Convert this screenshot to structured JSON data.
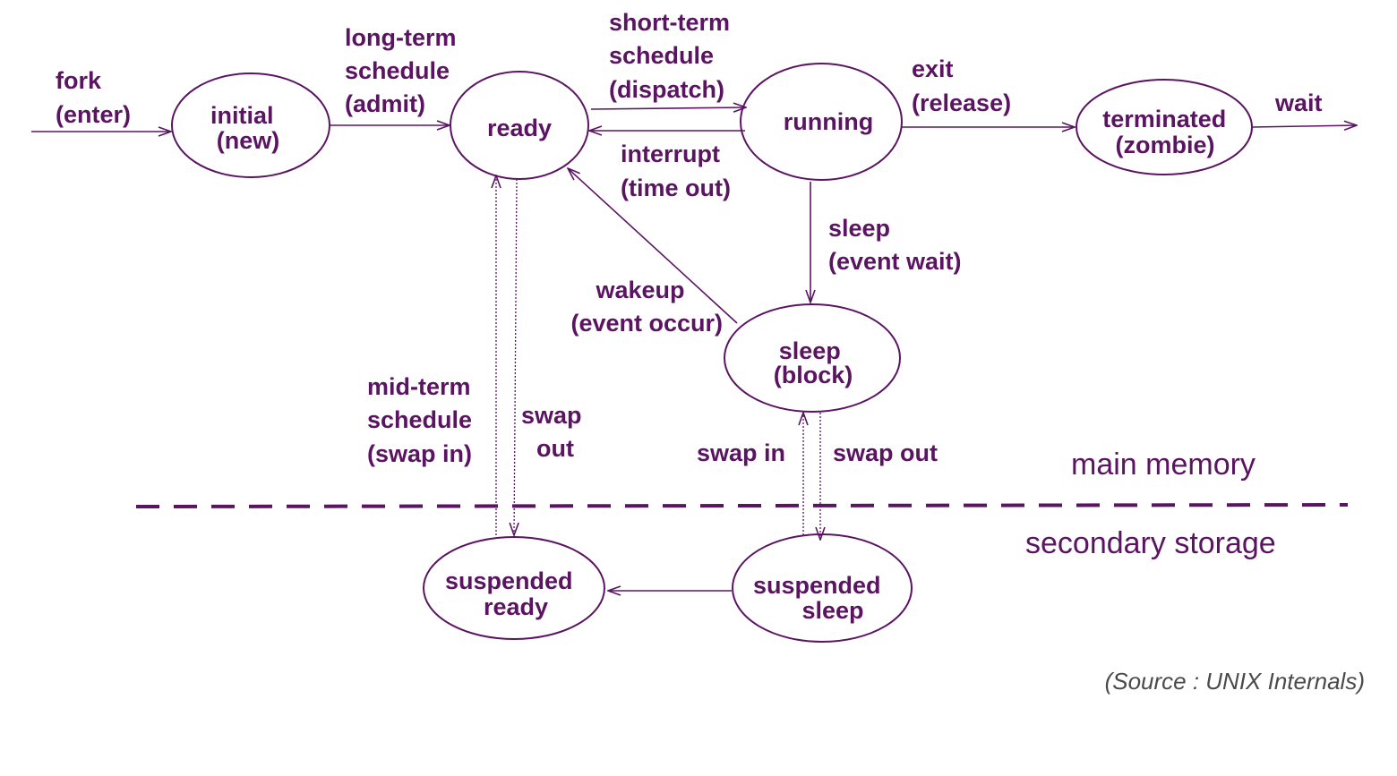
{
  "colors": {
    "primary": "#5a1462",
    "source": "#4a4a4a",
    "background": "#ffffff"
  },
  "states": {
    "initial": [
      "initial",
      "(new)"
    ],
    "ready": [
      "ready"
    ],
    "running": [
      "running"
    ],
    "terminated": [
      "terminated",
      "(zombie)"
    ],
    "sleep": [
      "sleep",
      "(block)"
    ],
    "suspended_ready": [
      "suspended",
      "ready"
    ],
    "suspended_sleep": [
      "suspended",
      "sleep"
    ]
  },
  "transitions": {
    "fork": [
      "fork",
      "(enter)"
    ],
    "admit": [
      "long-term",
      "schedule",
      "(admit)"
    ],
    "dispatch": [
      "short-term",
      "schedule",
      "(dispatch)"
    ],
    "interrupt": [
      "interrupt",
      "(time out)"
    ],
    "exit": [
      "exit",
      "(release)"
    ],
    "wait": [
      "wait"
    ],
    "sleep": [
      "sleep",
      "(event wait)"
    ],
    "wakeup": [
      "wakeup",
      "(event occur)"
    ],
    "mid_term_swap_in": [
      "mid-term",
      "schedule",
      "(swap in)"
    ],
    "swap_out_ready": [
      "swap",
      "out"
    ],
    "swap_in_sleep": [
      "swap in"
    ],
    "swap_out_sleep": [
      "swap out"
    ]
  },
  "regions": {
    "main_memory": "main memory",
    "secondary_storage": "secondary storage"
  },
  "source": "(Source : UNIX Internals)"
}
